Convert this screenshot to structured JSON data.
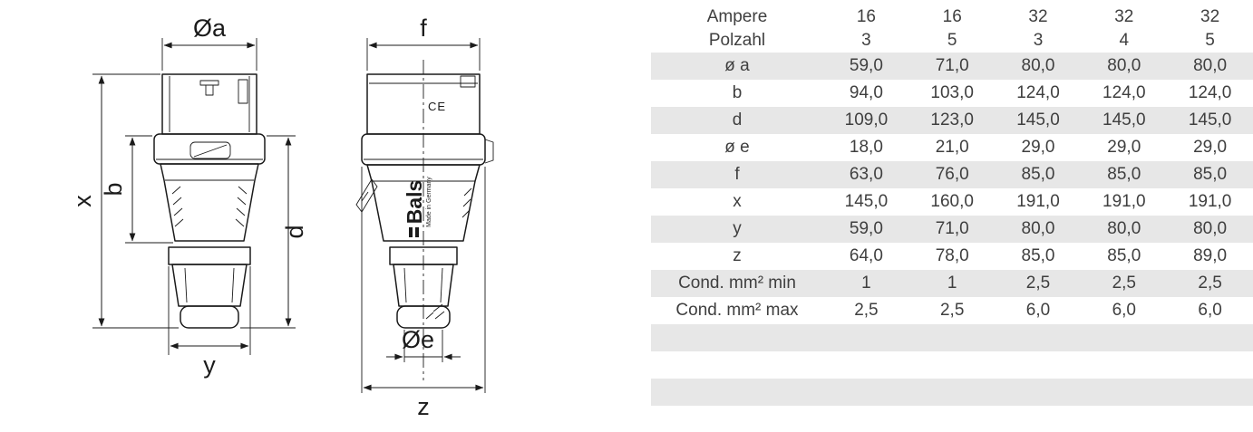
{
  "drawing": {
    "labels": {
      "oa": "Øa",
      "b": "b",
      "x": "x",
      "d": "d",
      "y": "y",
      "f": "f",
      "oe": "Øe",
      "z": "z"
    },
    "brand": "Bals",
    "brand_sub": "Made in Germany",
    "ce_mark": "CE"
  },
  "table": {
    "header": {
      "ampere_label": "Ampere",
      "polzahl_label": "Polzahl",
      "ampere_values": [
        "16",
        "16",
        "32",
        "32",
        "32"
      ],
      "polzahl_values": [
        "3",
        "5",
        "3",
        "4",
        "5"
      ]
    },
    "rows": [
      {
        "label": "ø a",
        "values": [
          "59,0",
          "71,0",
          "80,0",
          "80,0",
          "80,0"
        ]
      },
      {
        "label": "b",
        "values": [
          "94,0",
          "103,0",
          "124,0",
          "124,0",
          "124,0"
        ]
      },
      {
        "label": "d",
        "values": [
          "109,0",
          "123,0",
          "145,0",
          "145,0",
          "145,0"
        ]
      },
      {
        "label": "ø e",
        "values": [
          "18,0",
          "21,0",
          "29,0",
          "29,0",
          "29,0"
        ]
      },
      {
        "label": "f",
        "values": [
          "63,0",
          "76,0",
          "85,0",
          "85,0",
          "85,0"
        ]
      },
      {
        "label": "x",
        "values": [
          "145,0",
          "160,0",
          "191,0",
          "191,0",
          "191,0"
        ]
      },
      {
        "label": "y",
        "values": [
          "59,0",
          "71,0",
          "80,0",
          "80,0",
          "80,0"
        ]
      },
      {
        "label": "z",
        "values": [
          "64,0",
          "78,0",
          "85,0",
          "85,0",
          "89,0"
        ]
      },
      {
        "label": "Cond. mm² min",
        "values": [
          "1",
          "1",
          "2,5",
          "2,5",
          "2,5"
        ]
      },
      {
        "label": "Cond. mm² max",
        "values": [
          "2,5",
          "2,5",
          "6,0",
          "6,0",
          "6,0"
        ]
      }
    ],
    "colors": {
      "stripe": "#e7e7e7",
      "line": "#1b1b1b",
      "text": "#3f3f3f"
    }
  }
}
